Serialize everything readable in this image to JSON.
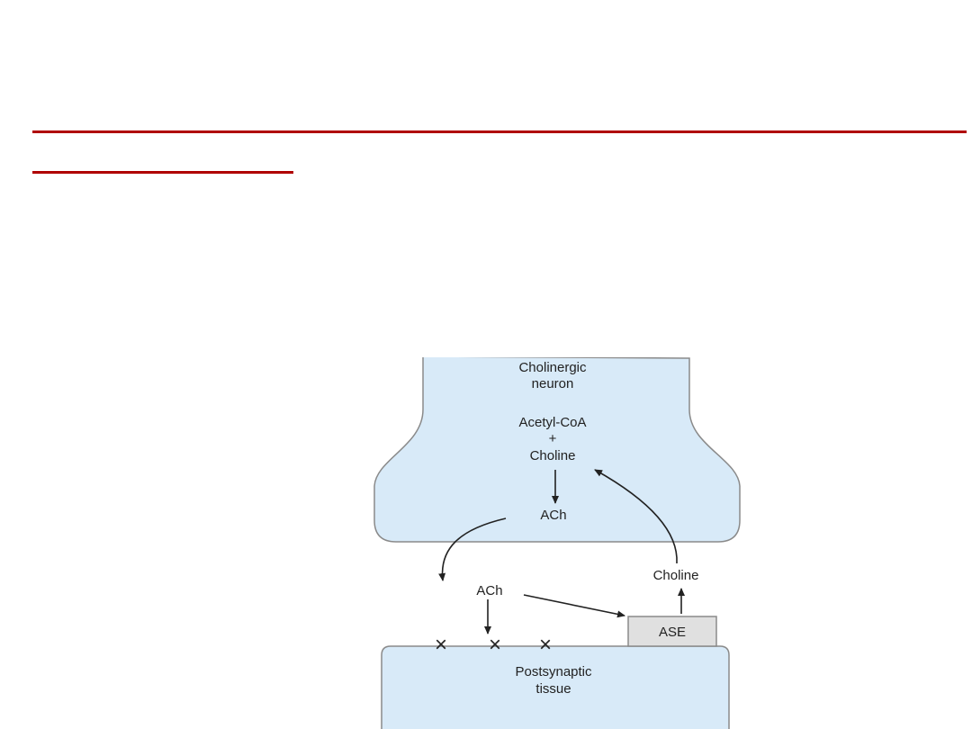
{
  "colors": {
    "rule": "#b00000",
    "cell_fill": "#d8eaf8",
    "cell_stroke": "#8a8a8a",
    "enzyme_fill": "#e0e0e0",
    "ink": "#222222"
  },
  "neuron": {
    "title_line1": "Cholinergic",
    "title_line2": "neuron",
    "precursor1": "Acetyl-CoA",
    "plus": "+",
    "precursor2": "Choline",
    "product": "ACh"
  },
  "cleft": {
    "ach": "ACh",
    "enzyme": "ASE",
    "choline": "Choline"
  },
  "postsynaptic": {
    "line1": "Postsynaptic",
    "line2": "tissue"
  },
  "receptor_marks": [
    "×",
    "×",
    "×"
  ]
}
